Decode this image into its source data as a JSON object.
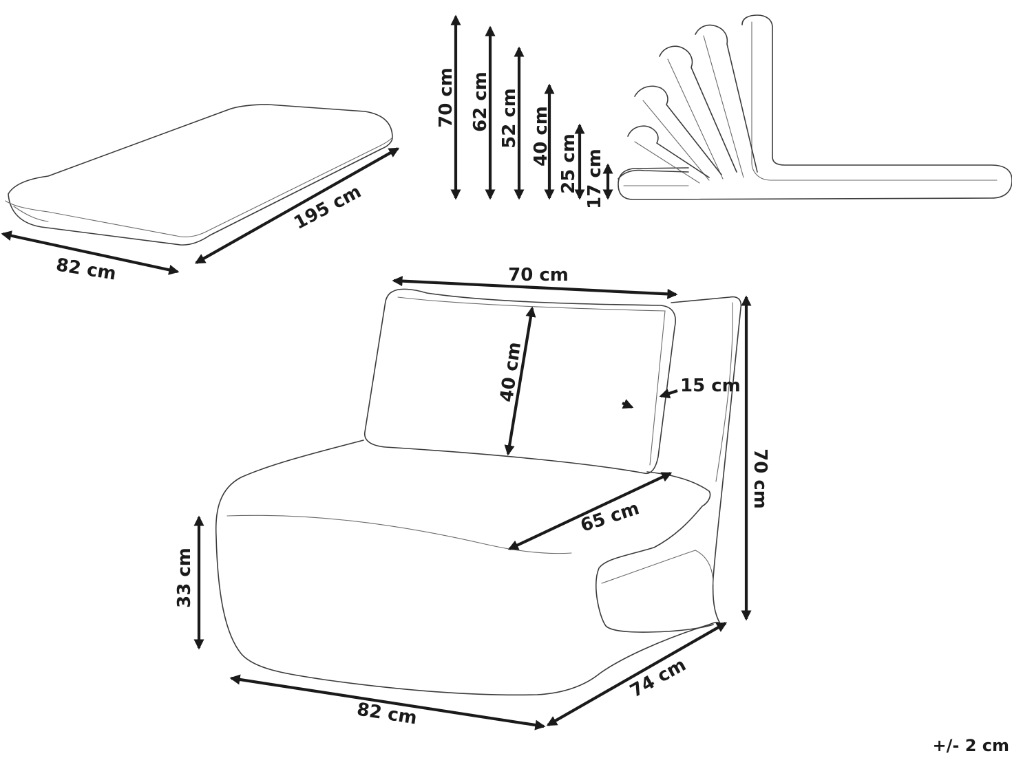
{
  "mattress": {
    "width_label": "82 cm",
    "length_label": "195 cm"
  },
  "recline": {
    "heights": [
      "70 cm",
      "62 cm",
      "52 cm",
      "40 cm",
      "25 cm",
      "17 cm"
    ]
  },
  "chair": {
    "pillow_width_label": "70 cm",
    "pillow_height_label": "40 cm",
    "pillow_depth_label": "15 cm",
    "seat_depth_label": "65 cm",
    "total_height_label": "70 cm",
    "seat_height_label": "33 cm",
    "width_label": "82 cm",
    "depth_label": "74 cm"
  },
  "tolerance": "+/- 2 cm"
}
